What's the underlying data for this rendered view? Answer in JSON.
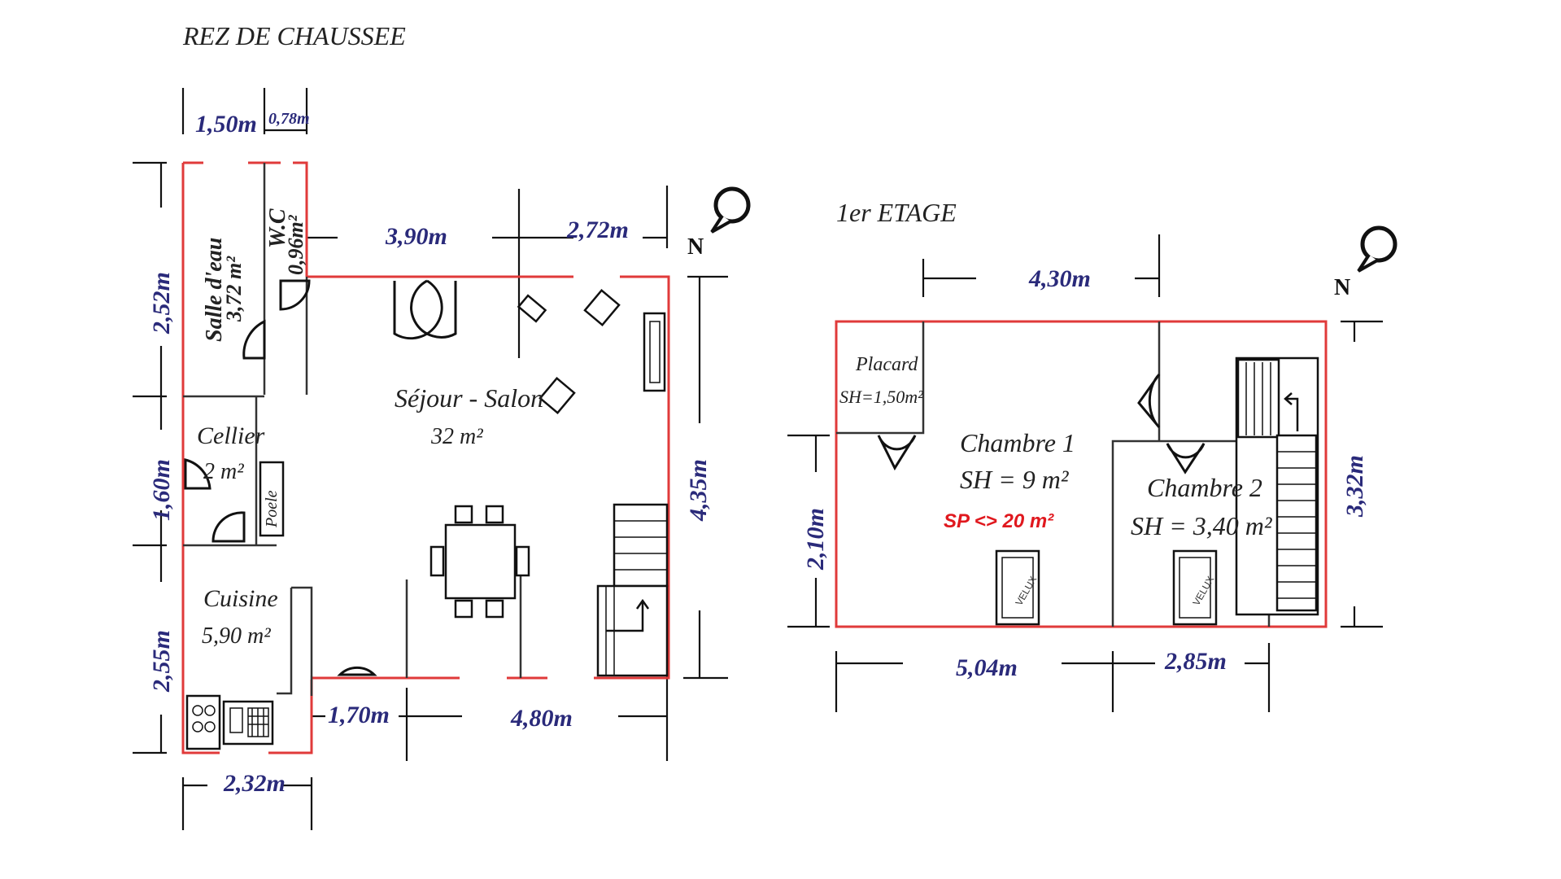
{
  "ground_floor": {
    "title": "REZ DE CHAUSSEE",
    "rooms": {
      "salle_eau_name": "Salle d'eau",
      "salle_eau_area": "3,72 m²",
      "wc_name": "W.C",
      "wc_area": "0,96m²",
      "cellier_name": "Cellier",
      "cellier_area": "2 m²",
      "poele": "Poele",
      "sejour_name": "Séjour - Salon",
      "sejour_area": "32 m²",
      "cuisine_name": "Cuisine",
      "cuisine_area": "5,90 m²"
    },
    "dimensions": {
      "top_1": "1,50m",
      "top_2": "0,78m",
      "top_3": "3,90m",
      "top_4": "2,72m",
      "left_1": "2,52m",
      "left_2": "1,60m",
      "left_3": "2,55m",
      "right": "4,35m",
      "bottom_1": "1,70m",
      "bottom_2": "4,80m",
      "bottom_3": "2,32m"
    },
    "north": "N"
  },
  "first_floor": {
    "title": "1er ETAGE",
    "rooms": {
      "placard_name": "Placard",
      "placard_area": "SH=1,50m²",
      "chambre1_name": "Chambre 1",
      "chambre1_area": "SH = 9 m²",
      "sp_note": "SP <> 20 m²",
      "chambre2_name": "Chambre 2",
      "chambre2_area": "SH = 3,40 m²",
      "velux_1": "VELUX",
      "velux_2": "VELUX"
    },
    "dimensions": {
      "top": "4,30m",
      "left": "2,10m",
      "right": "3,32m",
      "bottom_1": "5,04m",
      "bottom_2": "2,85m"
    },
    "north": "N"
  },
  "colors": {
    "wall": "#e03a3a",
    "dimension_text": "#2a2a7a",
    "sp_text": "#e0181e"
  }
}
